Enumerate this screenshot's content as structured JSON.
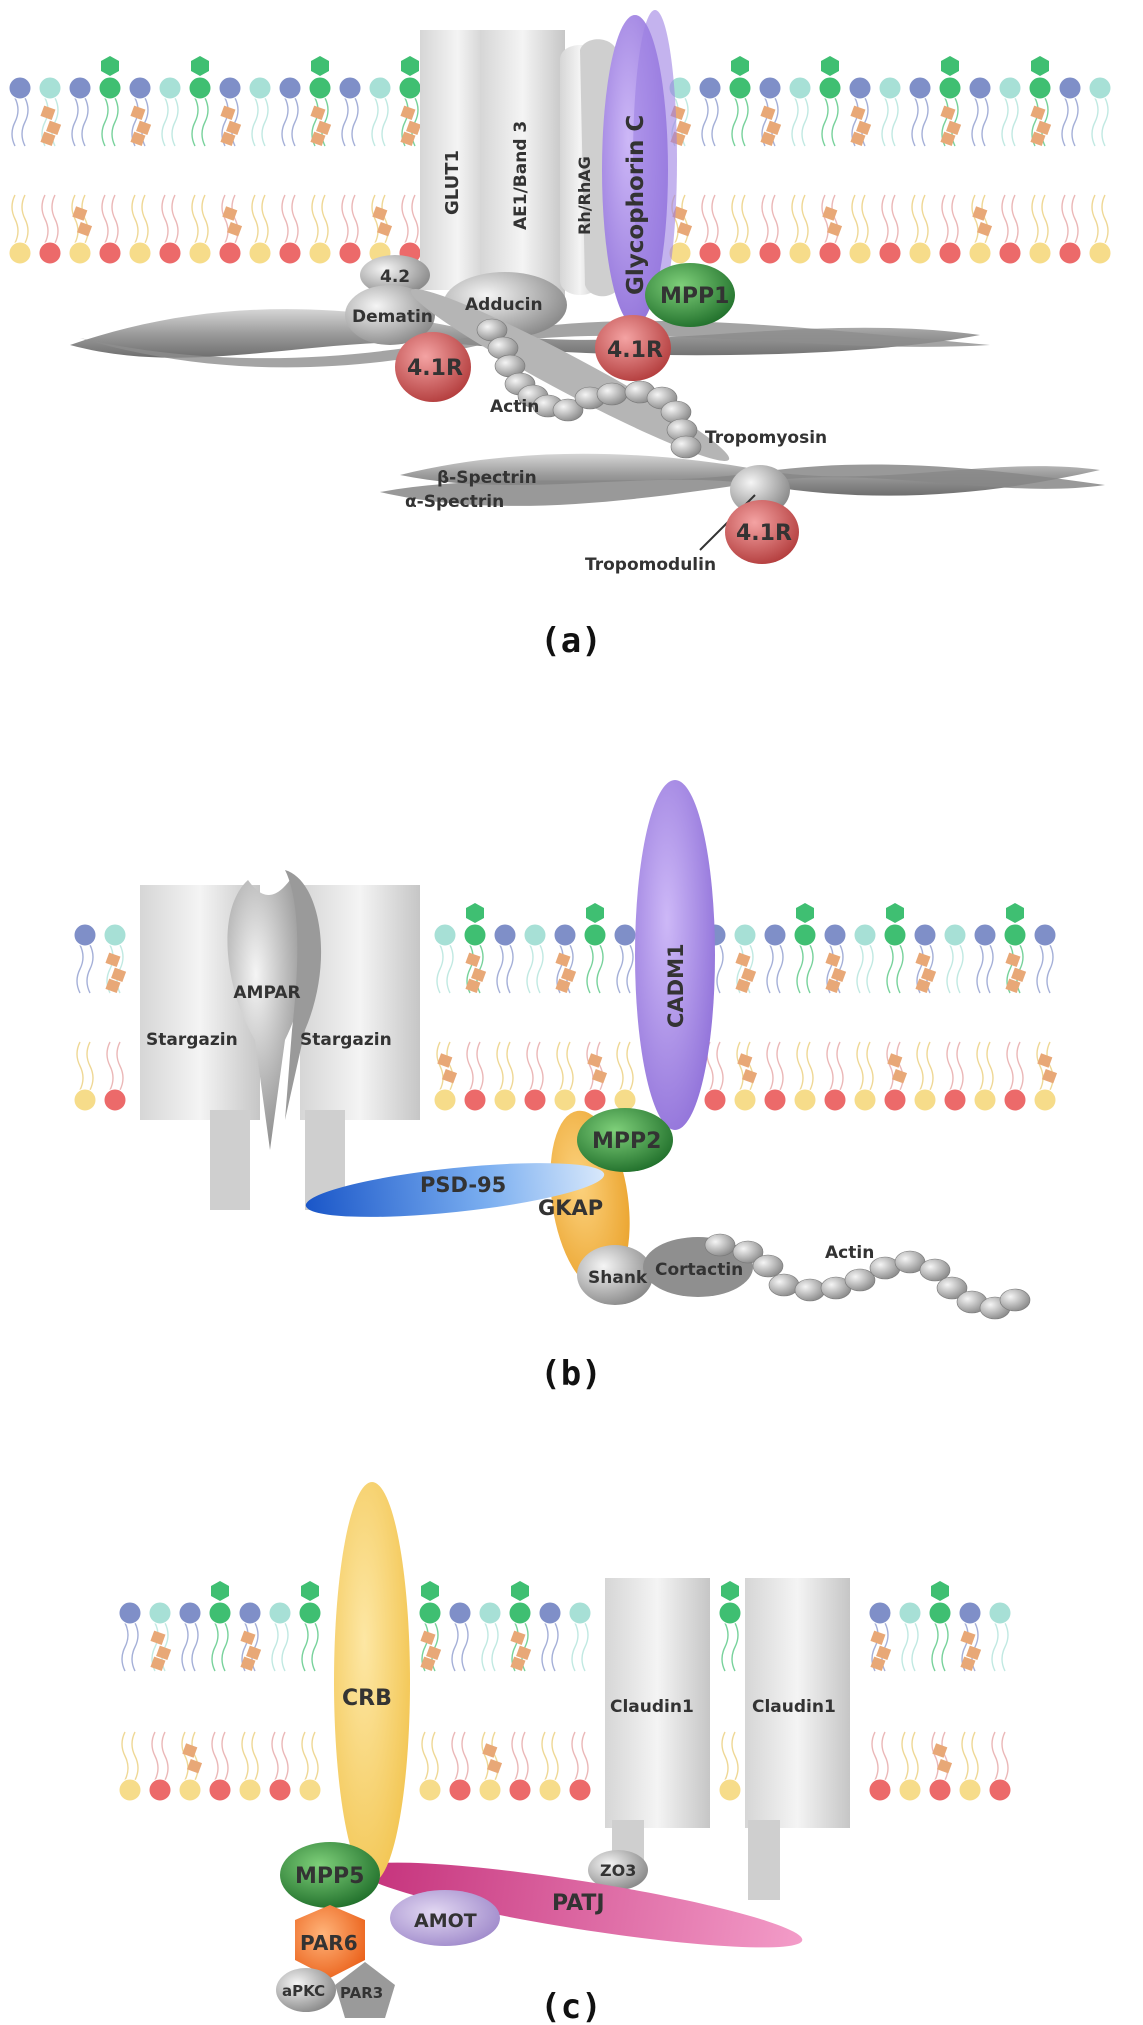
{
  "panels": {
    "a": {
      "caption": "(a)",
      "labels": {
        "glut1": "GLUT1",
        "ae1": "AE1/Band 3",
        "rh": "Rh/RhAG",
        "glycophorin": "Glycophorin C",
        "p42": "4.2",
        "dematin": "Dematin",
        "adducin": "Adducin",
        "mpp1": "MPP1",
        "r41_a": "4.1R",
        "r41_b": "4.1R",
        "r41_c": "4.1R",
        "actin": "Actin",
        "tropomyosin": "Tropomyosin",
        "beta_spectrin": "β-Spectrin",
        "alpha_spectrin": "α-Spectrin",
        "tropomodulin": "Tropomodulin"
      }
    },
    "b": {
      "caption": "(b)",
      "labels": {
        "ampar": "AMPAR",
        "stargazin_l": "Stargazin",
        "stargazin_r": "Stargazin",
        "cadm1": "CADM1",
        "mpp2": "MPP2",
        "psd95": "PSD-95",
        "gkap": "GKAP",
        "shank": "Shank",
        "cortactin": "Cortactin",
        "actin": "Actin"
      }
    },
    "c": {
      "caption": "(c)",
      "labels": {
        "crb": "CRB",
        "claudin_l": "Claudin1",
        "claudin_r": "Claudin1",
        "zo3": "ZO3",
        "mpp5": "MPP5",
        "patj": "PATJ",
        "amot": "AMOT",
        "par6": "PAR6",
        "apkc": "aPKC",
        "par3": "PAR3"
      }
    }
  },
  "colors": {
    "head_blue": "#7f8fc8",
    "head_teal": "#a7e0d6",
    "head_green": "#3fbf72",
    "head_yellow": "#f6dc8a",
    "head_red": "#ec6a6a",
    "cholesterol": "#e8a877",
    "glycophorin_purple": "#a98ee6",
    "mpp_green": "#2f8a3a",
    "r41_red": "#c94a4a",
    "psd95_blue": "#3b7fd9",
    "gkap_orange": "#f3b446",
    "crb_yellow": "#f6d270",
    "patj_pink": "#dc4f92",
    "par6_orange": "#f47a2a",
    "amot_lilac": "#b8a4db"
  }
}
